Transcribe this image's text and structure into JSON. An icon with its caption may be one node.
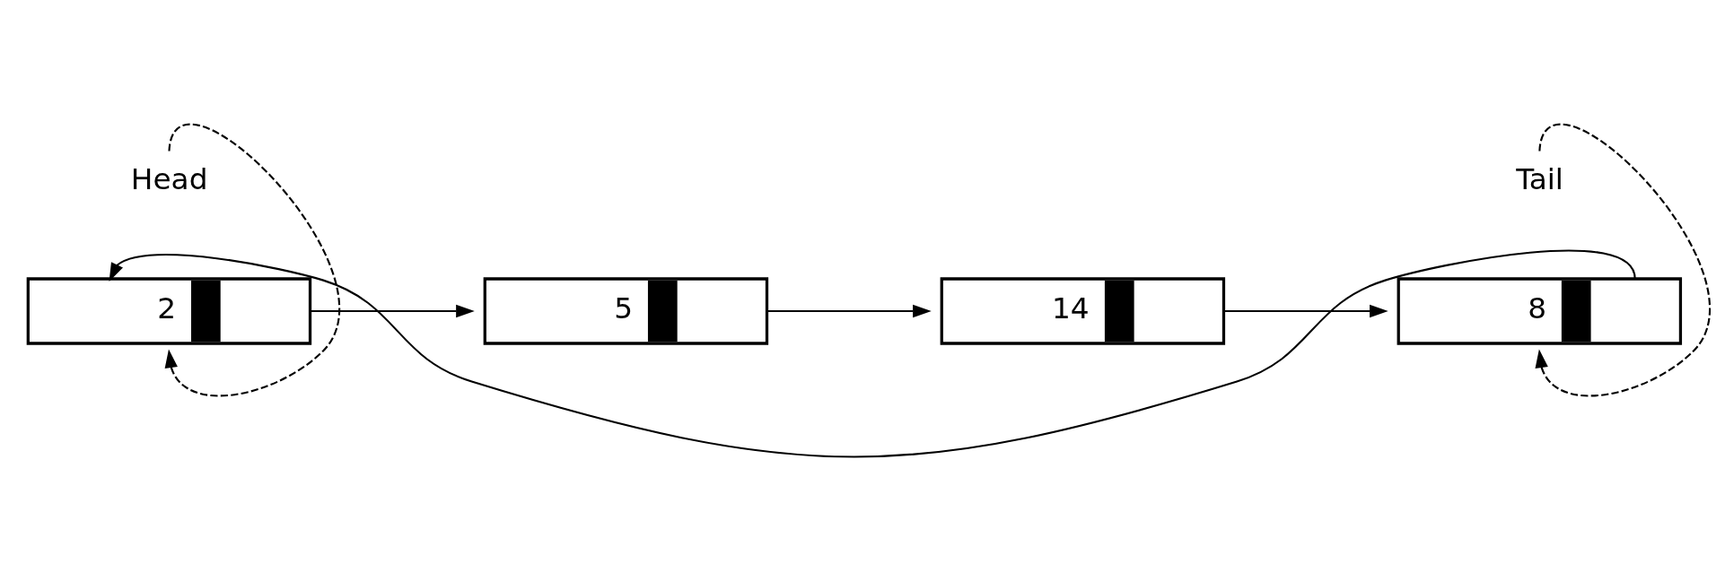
{
  "diagram": {
    "nodes": [
      {
        "text": [
          "2"
        ]
      },
      {
        "text": [
          "5"
        ]
      },
      {
        "text": [
          "14"
        ]
      },
      {
        "text": [
          "8"
        ]
      },
      {
        "text": [
          "Head"
        ]
      },
      {
        "text": [
          "Tail"
        ]
      }
    ],
    "edges": [
      {
        "from": 0,
        "to": 1,
        "arrow": "to"
      },
      {
        "from": 1,
        "to": 2,
        "arrow": "to"
      },
      {
        "from": 2,
        "to": 3,
        "arrow": "to"
      },
      {
        "from": 3,
        "to": 0,
        "arrow": "to"
      },
      {
        "from": 4,
        "to": 0,
        "arrow": "to",
        "style": "dashed"
      },
      {
        "from": 5,
        "to": 3,
        "arrow": "to",
        "style": "dashed"
      }
    ]
  }
}
